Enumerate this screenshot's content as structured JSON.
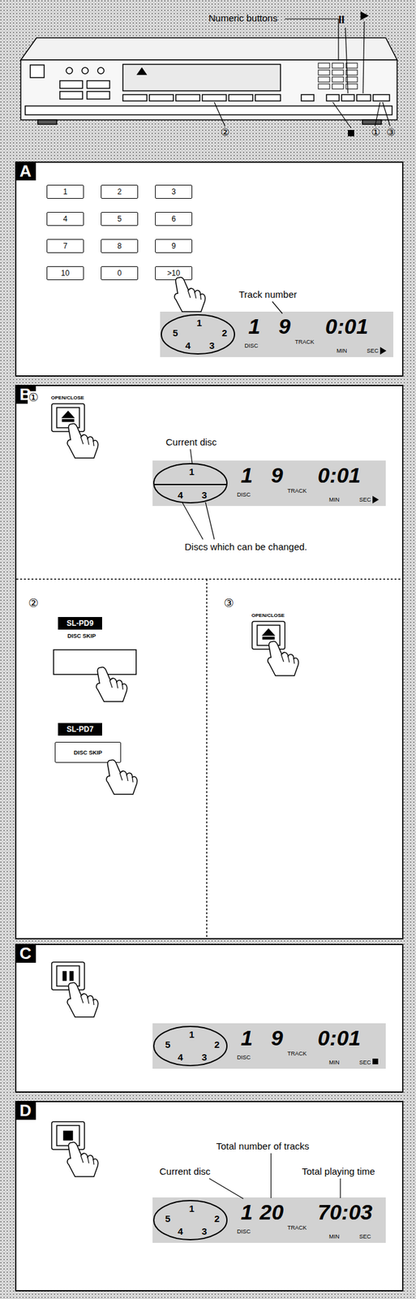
{
  "diagram": {
    "nodes": [
      {
        "text": [
          "A"
        ]
      },
      {
        "text": [
          "1"
        ],
        "in": 0
      },
      {
        "text": [
          "2"
        ],
        "in": 0
      },
      {
        "text": [
          "3"
        ],
        "in": 0
      },
      {
        "text": [
          "4"
        ],
        "in": 0
      },
      {
        "text": [
          "5"
        ],
        "in": 0
      },
      {
        "text": [
          "6"
        ],
        "in": 0
      },
      {
        "text": [
          "7"
        ],
        "in": 0
      },
      {
        "text": [
          "8"
        ],
        "in": 0
      },
      {
        "text": [
          "9"
        ],
        "in": 0
      },
      {
        "text": [
          "10"
        ],
        "in": 0
      },
      {
        "text": [
          "0"
        ],
        "in": 0
      },
      {
        "text": [
          ">10"
        ],
        "in": 0
      },
      {
        "text": [
          "5",
          "1",
          "2",
          "4",
          "3",
          "1",
          "DISC",
          "9",
          "TRACK",
          "0:01",
          "MIN",
          "SEC"
        ],
        "in": 0
      },
      {
        "text": [
          "B"
        ]
      },
      {
        "text": [
          "1",
          "4",
          "3",
          "1",
          "DISC",
          "9",
          "TRACK",
          "0:01",
          "MIN",
          "SEC"
        ],
        "in": 14
      },
      {
        "text": [
          "SL-PD9"
        ],
        "in": 14
      },
      {
        "text": [
          "SL-PD7"
        ],
        "in": 14
      },
      {
        "text": [
          "DISC SKIP"
        ],
        "in": 14
      },
      {
        "text": [
          "C"
        ]
      },
      {
        "text": [
          "5",
          "1",
          "2",
          "4",
          "3",
          "1",
          "DISC",
          "9",
          "TRACK",
          "0:01",
          "MIN",
          "SEC"
        ],
        "in": 19
      },
      {
        "text": [
          "D"
        ]
      },
      {
        "text": [
          "5",
          "1",
          "2",
          "4",
          "3",
          "1",
          "DISC",
          "20",
          "TRACK",
          "70:03",
          "MIN",
          "SEC"
        ],
        "in": 21
      }
    ],
    "labels": [
      "Numeric buttons",
      "II",
      "②",
      "①",
      "③",
      "Track number",
      "①",
      "OPEN/CLOSE",
      "Current disc",
      "Discs which can be changed.",
      "②",
      "DISC SKIP",
      "③",
      "OPEN/CLOSE",
      "Total number of tracks",
      "Current disc",
      "Total playing time"
    ]
  }
}
